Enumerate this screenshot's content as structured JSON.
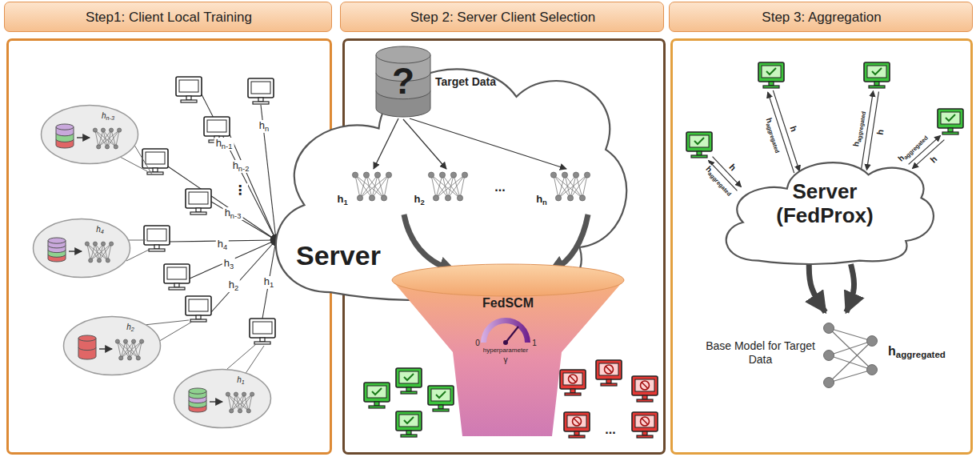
{
  "diagram": {
    "nodes": [
      {
        "text": [
          "Step1: Client Local Training"
        ]
      },
      {
        "text": [
          "hn-3"
        ],
        "in": 0
      },
      {
        "text": [
          "h4"
        ],
        "in": 0
      },
      {
        "text": [
          "h2"
        ],
        "in": 0
      },
      {
        "text": [
          "h1"
        ],
        "in": 0
      },
      {
        "text": [
          "Step 2: Server Client Selection"
        ]
      },
      {
        "text": [
          "Server"
        ],
        "in": 5
      },
      {
        "text": [
          "?",
          "Target Data"
        ],
        "in": 6
      },
      {
        "text": [
          "FedSCM"
        ],
        "in": 5
      },
      {
        "text": [
          "Step 3: Aggregation"
        ]
      },
      {
        "text": [
          "Server (FedProx)"
        ],
        "in": 9
      },
      {
        "text": [
          "Base Model for Target Data",
          "haggregated"
        ],
        "in": 9
      }
    ],
    "edges": [
      {
        "from": 10,
        "to": 11,
        "arrow": "to"
      },
      {
        "from": 10,
        "to": 11,
        "arrow": "to"
      }
    ],
    "labels": [
      "hn",
      "hn-1",
      "hn-2",
      "hn-3",
      "⋮",
      "h4",
      "h3",
      "h2",
      "h1",
      "h1",
      "h2",
      "...",
      "hn",
      "0",
      "1",
      "hyperparameter",
      "γ",
      "...",
      "h",
      "haggregated",
      "h",
      "haggregated",
      "haggregated",
      "h",
      "haggregated",
      "h"
    ]
  }
}
